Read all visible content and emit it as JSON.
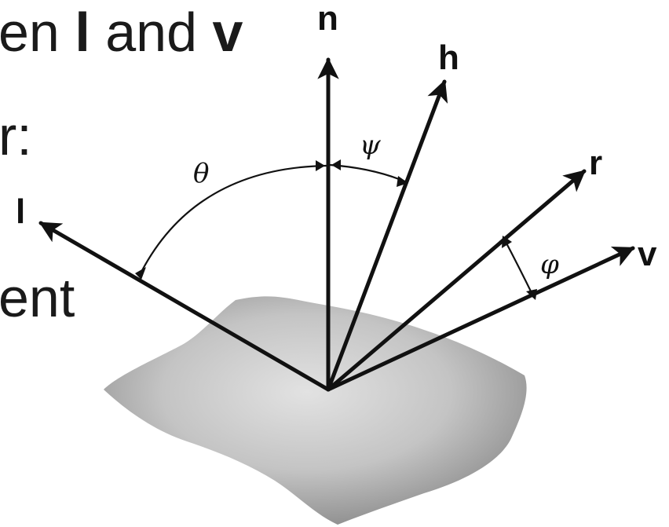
{
  "slide_text": {
    "line1_start": "en ",
    "line1_l": "l",
    "line1_mid": " and ",
    "line1_v": "v",
    "line2": "r:",
    "line3": "ent"
  },
  "diagram": {
    "vectors": {
      "n": "n",
      "h": "h",
      "r": "r",
      "v": "v",
      "l": "l"
    },
    "angles": {
      "theta": "θ",
      "psi": "ψ",
      "phi": "φ"
    }
  },
  "colors": {
    "ink": "#111111",
    "surface_light": "#dcdcdc",
    "surface_dark": "#8e8e8e",
    "background": "#ffffff"
  }
}
